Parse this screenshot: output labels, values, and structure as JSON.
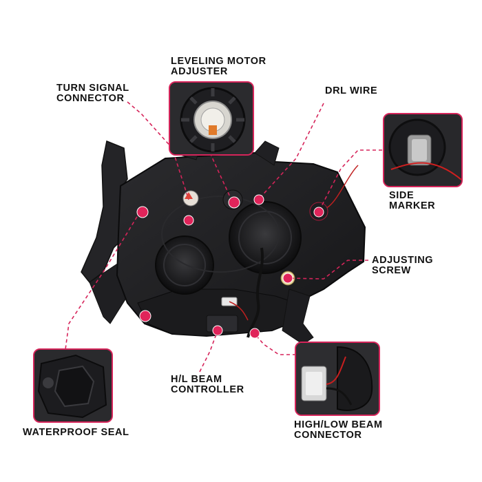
{
  "labels": {
    "turn_signal": "TURN SIGNAL\nCONNECTOR",
    "leveling_motor": "LEVELING MOTOR\nADJUSTER",
    "drl_wire": "DRL WIRE",
    "side_marker": "SIDE\nMARKER",
    "adjusting_screw": "ADJUSTING\nSCREW",
    "hl_beam_controller": "H/L BEAM\nCONTROLLER",
    "waterproof_seal": "WATERPROOF SEAL",
    "high_low_connector": "HIGH/LOW BEAM\nCONNECTOR"
  },
  "colors": {
    "accent": "#d6245a",
    "housing": "#1e1e20",
    "label_text": "#111111"
  },
  "icons": {
    "callout_marker": "pink-dot",
    "leader_line": "dashed-line"
  }
}
